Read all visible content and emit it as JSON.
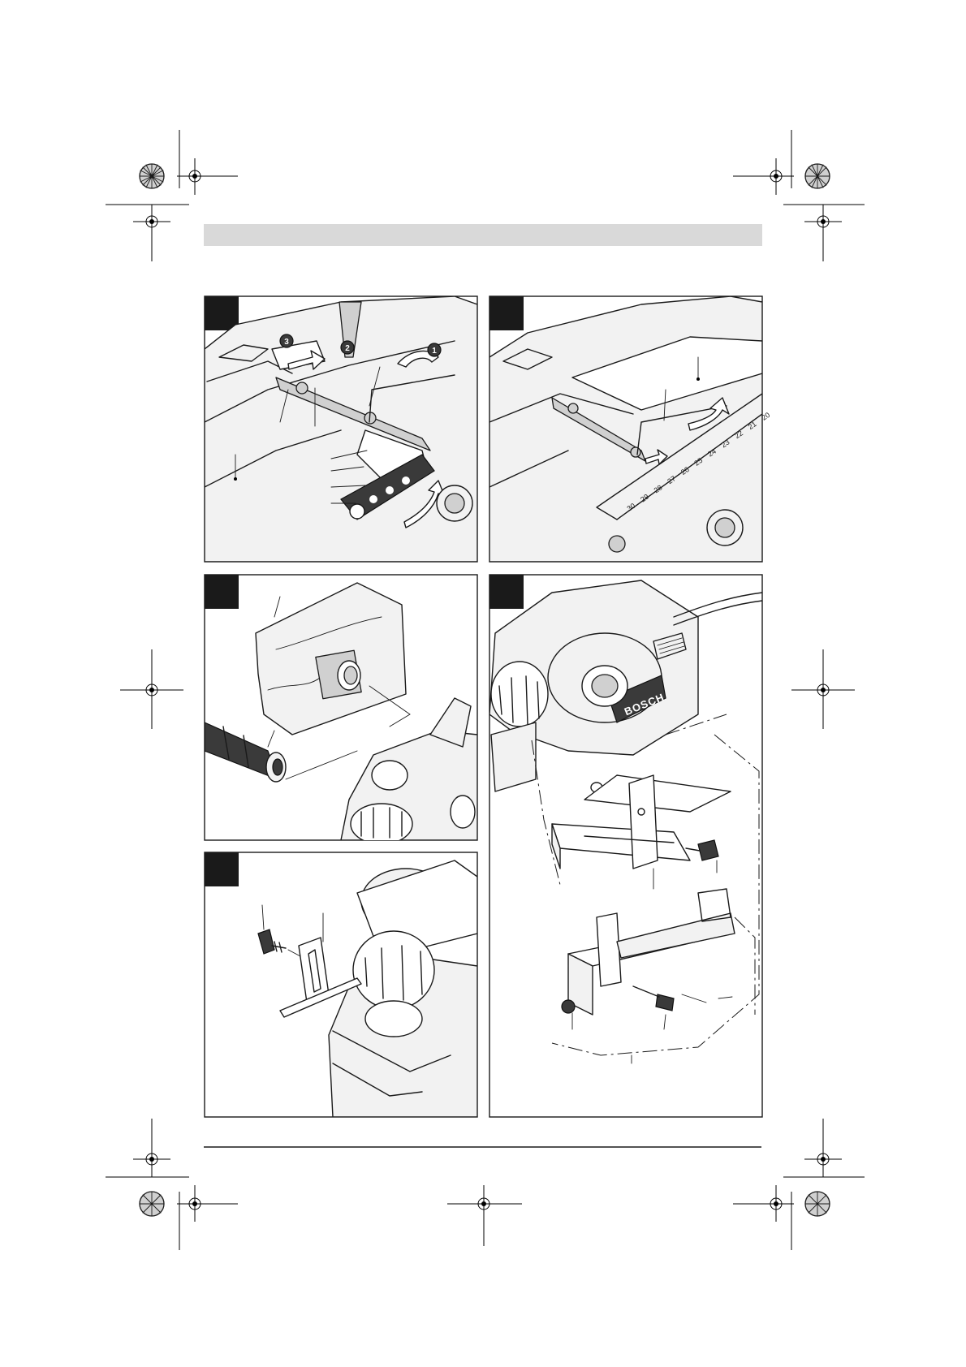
{
  "header_bar": {
    "color": "#d9d9d9"
  },
  "figures": [
    {
      "id": "fig-1",
      "subject": "blade-change"
    },
    {
      "id": "fig-2",
      "subject": "blade-adjust-ruler"
    },
    {
      "id": "fig-3",
      "subject": "dust-bag-hose"
    },
    {
      "id": "fig-4",
      "subject": "parallel-guide"
    },
    {
      "id": "fig-5",
      "subject": "depth-stop"
    }
  ],
  "step_markers": [
    "1",
    "2",
    "3"
  ],
  "ruler_scale": [
    "30",
    "29",
    "28",
    "27",
    "26",
    "25",
    "24",
    "23",
    "22",
    "21",
    "20"
  ],
  "brand_text": "BOSCH"
}
